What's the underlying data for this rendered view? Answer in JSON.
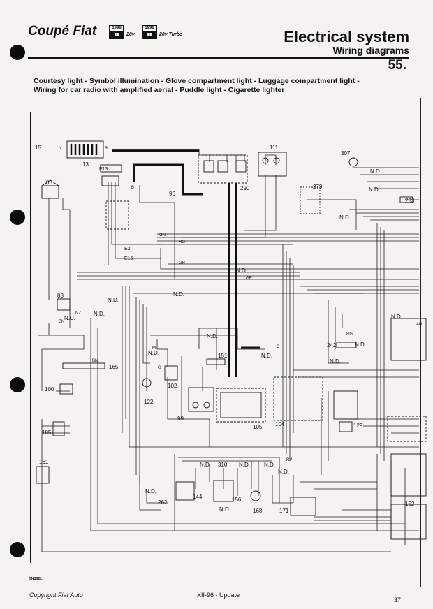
{
  "header": {
    "brand": "Coupé Fiat",
    "badge_1": "1998",
    "badge_1_suffix": "20v",
    "badge_2": "1998",
    "badge_2_suffix": "20v Turbo",
    "section": "Electrical system",
    "subsection": "Wiring diagrams",
    "page_code": "55."
  },
  "caption": {
    "line_1": "Courtesy light - Symbol illumination - Glove compartment light - Luggage compartment light -",
    "line_2": "Wiring for car radio with amplified aerial - Puddle light - Cigarette lighter"
  },
  "diagram": {
    "components": {
      "c15": "15",
      "c13": "13",
      "c111": "111",
      "c307": "307",
      "c86": "86",
      "c96": "96",
      "c290": "290",
      "c279": "279",
      "c283": "283",
      "c88": "88",
      "c165": "165",
      "c100": "100",
      "c122": "122",
      "c102": "102",
      "c151": "151",
      "c99": "99",
      "c105": "105",
      "c104": "104",
      "c129": "129",
      "c242": "242",
      "c185": "185",
      "c161": "161",
      "c262": "262",
      "c144": "144",
      "c310": "310",
      "c156": "156",
      "c168": "168",
      "c171": "171",
      "c152": "152"
    },
    "wire_labels": [
      "N.D.",
      "N",
      "B",
      "R",
      "G",
      "GR",
      "GN",
      "RG",
      "BN",
      "NZ",
      "RV",
      "C",
      "AN",
      "M"
    ],
    "connector_labels": [
      "E13",
      "E2",
      "E16"
    ]
  },
  "footer": {
    "doc_code": "5NS92L",
    "copyright": "Copyright Fiat Auto",
    "update": "XII-96 - Update",
    "page_number": "37"
  }
}
